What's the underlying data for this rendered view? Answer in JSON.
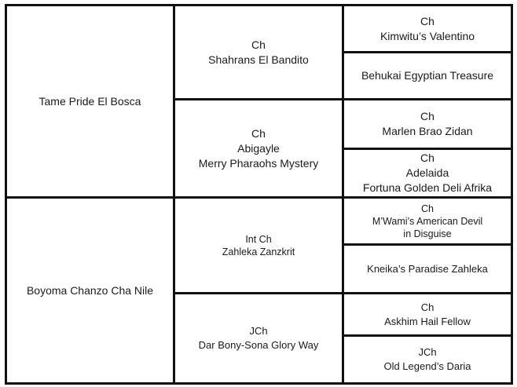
{
  "pedigree": {
    "gen1": [
      {
        "name": "Tame Pride El Bosca"
      },
      {
        "name": "Boyoma Chanzo Cha Nile"
      }
    ],
    "gen2": [
      {
        "title": "Ch",
        "name": "Shahrans El Bandito"
      },
      {
        "title": "Ch",
        "line2": "Abigayle",
        "name": "Merry Pharaohs Mystery"
      },
      {
        "title": "Int Ch",
        "name": "Zahleka Zanzkrit"
      },
      {
        "title": "JCh",
        "name": "Dar Bony-Sona Glory Way"
      }
    ],
    "gen3": [
      {
        "title": "Ch",
        "name": "Kimwitu’s Valentino"
      },
      {
        "name": "Behukai Egyptian Treasure"
      },
      {
        "title": "Ch",
        "name": "Marlen Brao Zidan"
      },
      {
        "title": "Ch",
        "line2": "Adelaida",
        "name": "Fortuna Golden Deli Afrika"
      },
      {
        "title": "Ch",
        "name": "M’Wami’s American Devil",
        "name2": "in Disguise"
      },
      {
        "name": "Kneika’s Paradise Zahleka"
      },
      {
        "title": "Ch",
        "name": "Askhim Hail Fellow"
      },
      {
        "title": "JCh",
        "name": "Old Legend’s Daria"
      }
    ]
  }
}
